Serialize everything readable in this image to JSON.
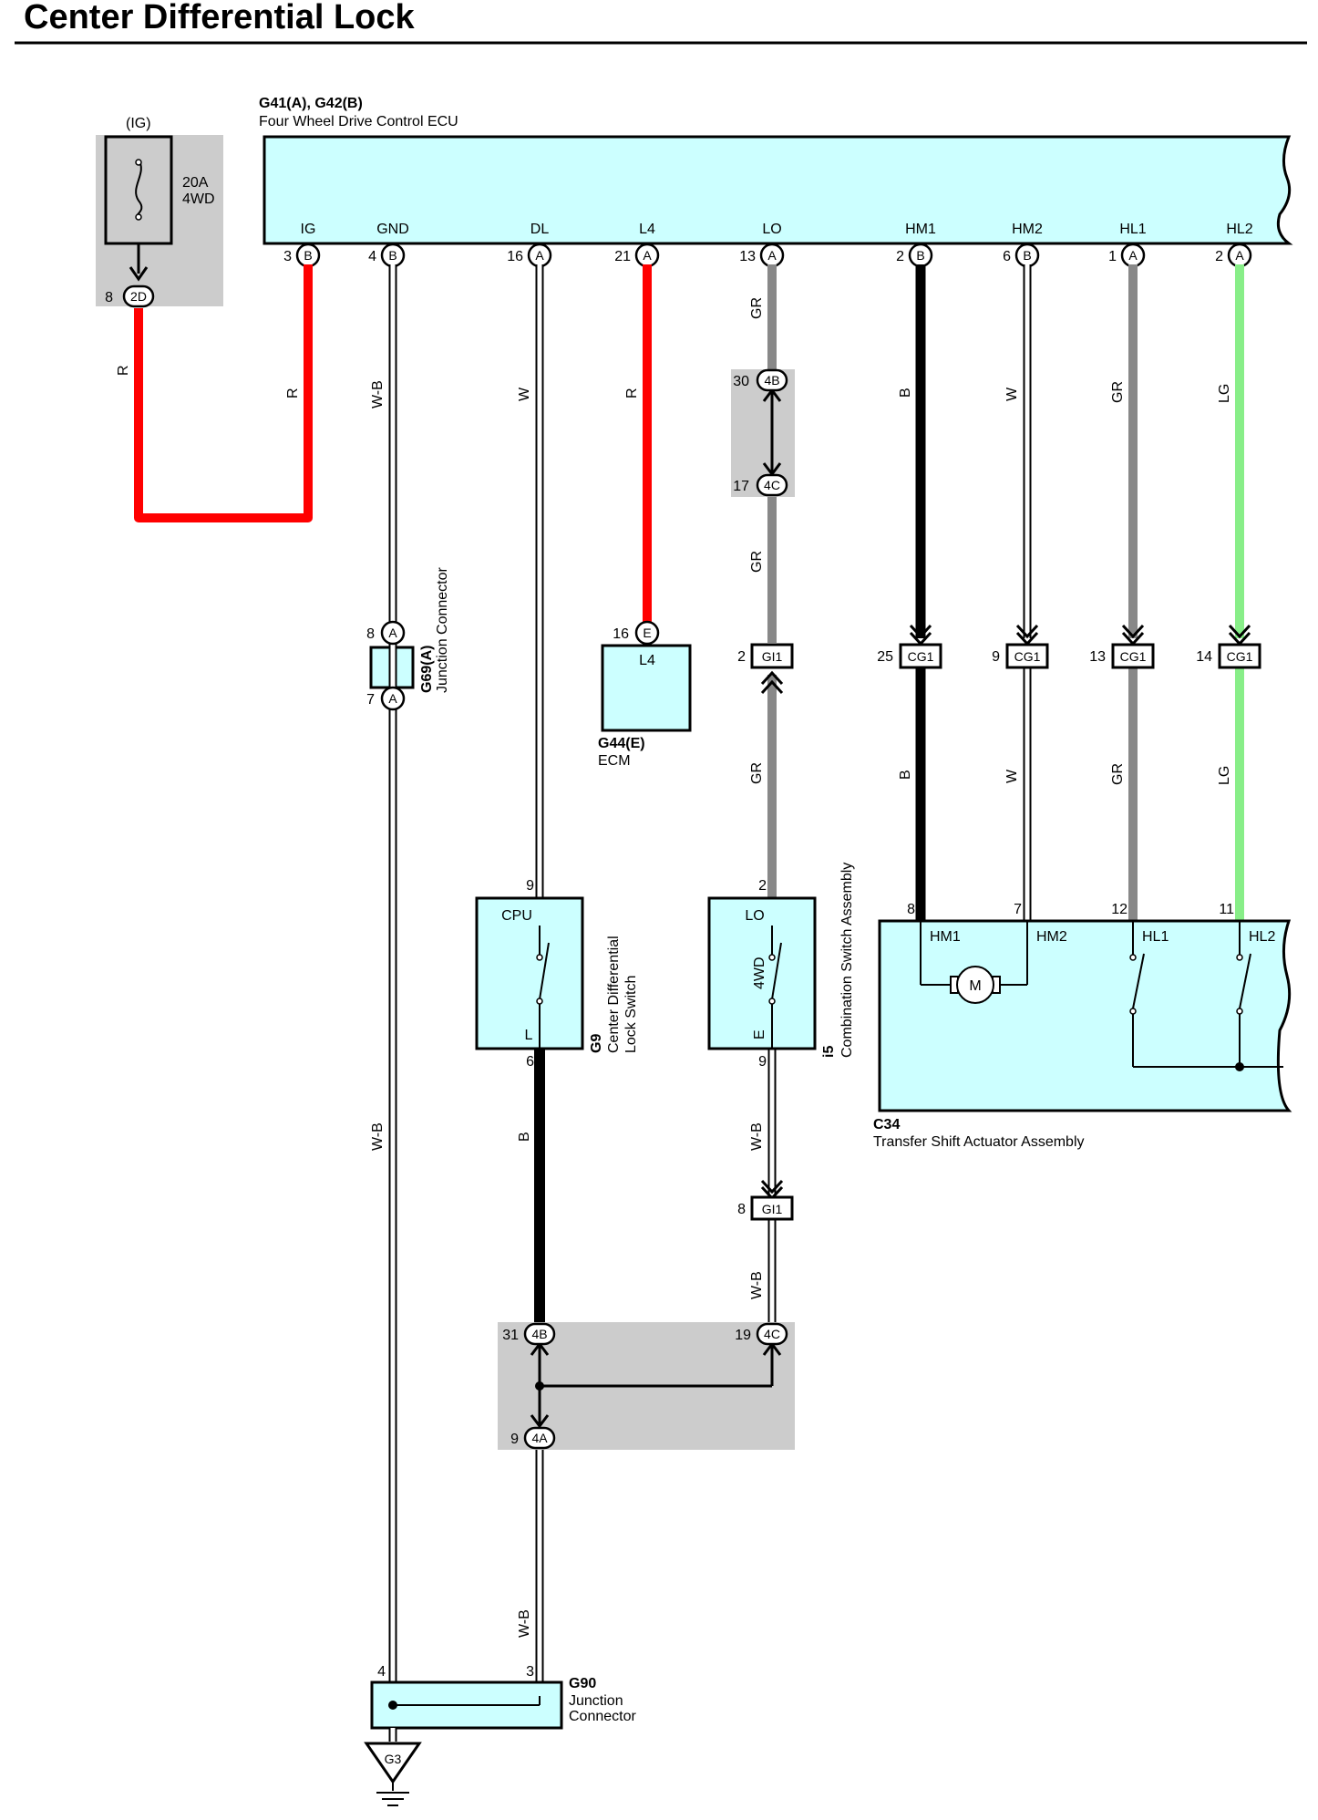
{
  "title": "Center Differential Lock",
  "colors": {
    "component_fill": "#ccffff",
    "junction_shade": "#cccccc",
    "R": "#ff0000",
    "B": "#000000",
    "GR": "#888888",
    "LG": "#88ee88",
    "W": "#ffffff",
    "W-B": "#ffffff"
  },
  "fuse": {
    "circuit": "(IG)",
    "rating": "20A",
    "name": "4WD",
    "pin": "8",
    "connector": "2D"
  },
  "ecu": {
    "ids": "G41(A), G42(B)",
    "name": "Four Wheel Drive Control ECU",
    "terminals": [
      {
        "label": "IG",
        "pin": "3",
        "conn": "B",
        "wire": "R"
      },
      {
        "label": "GND",
        "pin": "4",
        "conn": "B",
        "wire": "W-B"
      },
      {
        "label": "DL",
        "pin": "16",
        "conn": "A",
        "wire": "W"
      },
      {
        "label": "L4",
        "pin": "21",
        "conn": "A",
        "wire": "R"
      },
      {
        "label": "LO",
        "pin": "13",
        "conn": "A",
        "wire": "GR"
      },
      {
        "label": "HM1",
        "pin": "2",
        "conn": "B",
        "wire": "B"
      },
      {
        "label": "HM2",
        "pin": "6",
        "conn": "B",
        "wire": "W"
      },
      {
        "label": "HL1",
        "pin": "1",
        "conn": "A",
        "wire": "GR"
      },
      {
        "label": "HL2",
        "pin": "2",
        "conn": "A",
        "wire": "LG"
      }
    ]
  },
  "fuse_wire": {
    "color": "R"
  },
  "junction_g69": {
    "id": "G69(A)",
    "name": "Junction Connector",
    "pin_top": "8",
    "pin_bottom": "7",
    "conn": "A"
  },
  "ecm": {
    "id": "G44(E)",
    "name": "ECM",
    "pin": "16",
    "conn": "E",
    "terminal": "L4"
  },
  "junction_lo": {
    "pin_top": "30",
    "conn_top": "4B",
    "pin_bottom": "17",
    "conn_bottom": "4C"
  },
  "gi1_top": {
    "pin": "2",
    "conn": "GI1"
  },
  "gi1_bottom": {
    "pin": "8",
    "conn": "GI1"
  },
  "cg1": [
    {
      "pin": "25",
      "conn": "CG1"
    },
    {
      "pin": "9",
      "conn": "CG1"
    },
    {
      "pin": "13",
      "conn": "CG1"
    },
    {
      "pin": "14",
      "conn": "CG1"
    }
  ],
  "switch_g9": {
    "id": "G9",
    "name": "Center Differential",
    "name2": "Lock Switch",
    "pin_top": "9",
    "term_top": "CPU",
    "term_bottom": "L",
    "pin_bottom": "6",
    "wire_bottom": "B"
  },
  "switch_i5": {
    "id": "i5",
    "name": "Combination Switch Assembly",
    "pin_top": "2",
    "term_top": "LO",
    "inner": "4WD",
    "term_bottom": "E",
    "pin_bottom": "9",
    "wire_bottom": "W-B"
  },
  "actuator": {
    "id": "C34",
    "name": "Transfer Shift Actuator Assembly",
    "motor": "M",
    "terminals": [
      {
        "label": "HM1",
        "pin": "8"
      },
      {
        "label": "HM2",
        "pin": "7"
      },
      {
        "label": "HL1",
        "pin": "12"
      },
      {
        "label": "HL2",
        "pin": "11"
      }
    ]
  },
  "bottom_junction": {
    "pin_left": "31",
    "conn_left": "4B",
    "pin_right": "19",
    "conn_right": "4C",
    "pin_out": "9",
    "conn_out": "4A",
    "wire_out": "W-B"
  },
  "junction_g90": {
    "id": "G90",
    "name1": "Junction",
    "name2": "Connector",
    "pin_left": "4",
    "pin_right": "3"
  },
  "ground": {
    "id": "G3"
  }
}
